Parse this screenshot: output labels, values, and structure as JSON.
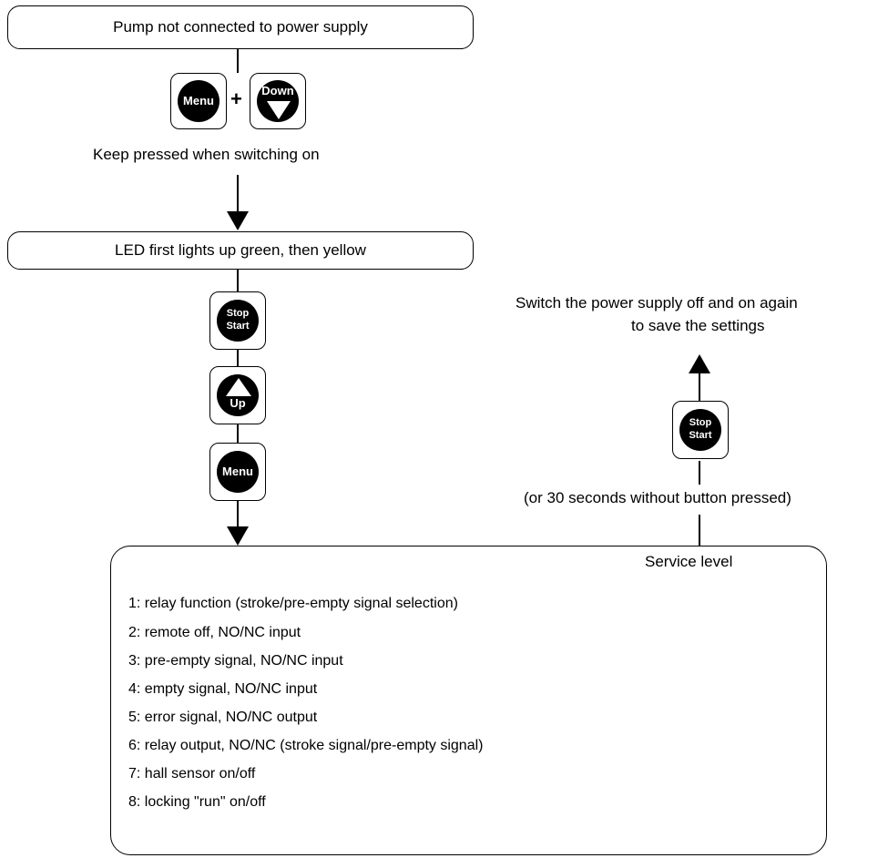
{
  "boxes": {
    "start": "Pump not connected to power supply",
    "led": "LED first lights up green, then yellow",
    "service_title": "Service level"
  },
  "texts": {
    "keep_pressed": "Keep pressed when switching on",
    "switch_off": "Switch the power supply off and on again",
    "save_settings": "to save the settings",
    "timeout": "(or 30 seconds without button pressed)"
  },
  "keys": {
    "menu": "Menu",
    "plus": "+",
    "down": "Down",
    "stop": "Stop",
    "start": "Start",
    "up": "Up"
  },
  "service_items": [
    "1: relay function (stroke/pre-empty signal selection)",
    "2: remote off, NO/NC input",
    "3: pre-empty signal, NO/NC input",
    "4: empty signal, NO/NC input",
    "5: error signal, NO/NC output",
    "6: relay output, NO/NC (stroke signal/pre-empty signal)",
    "7: hall sensor on/off",
    "8: locking \"run\" on/off"
  ]
}
